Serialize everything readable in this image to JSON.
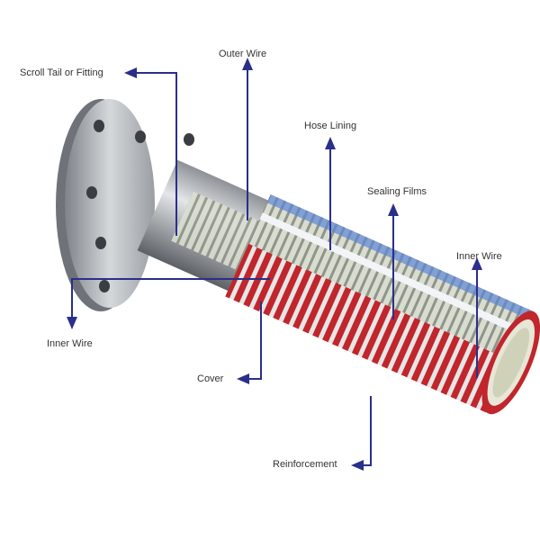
{
  "labels": {
    "outer_wire": "Outer Wire",
    "scroll_tail": "Scroll Tail or Fitting",
    "hose_lining": "Hose Lining",
    "sealing_films": "Sealing Films",
    "inner_wire_right": "Inner Wire",
    "inner_wire_left": "Inner Wire",
    "cover": "Cover",
    "reinforcement": "Reinforcement"
  },
  "colors": {
    "arrow": "#2a2f8a",
    "cover_red": "#c0262c",
    "steel": "#b9bcc0"
  }
}
